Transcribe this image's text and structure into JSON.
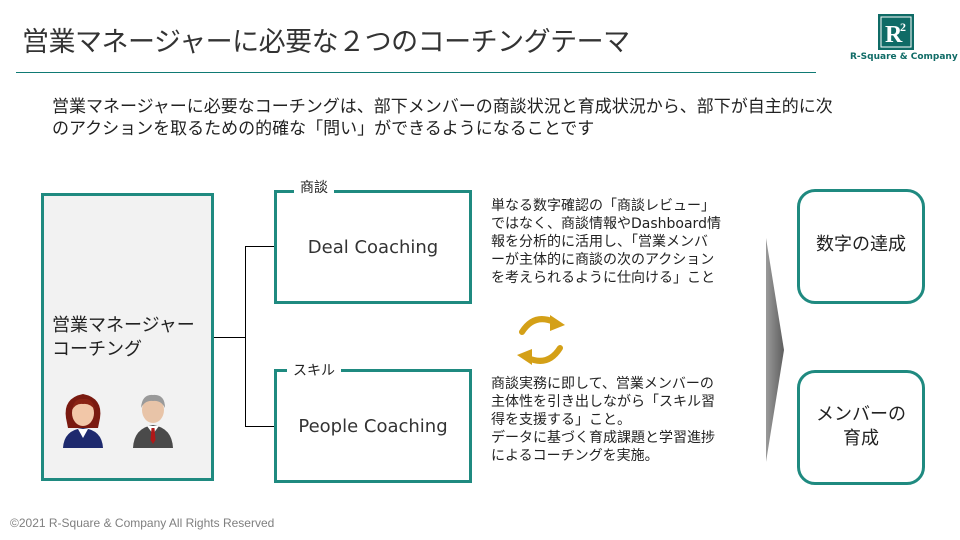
{
  "header": {
    "title": "営業マネージャーに必要な２つのコーチングテーマ",
    "logo_mark": "R2",
    "logo_text": "R-Square & Company"
  },
  "intro": {
    "lines": [
      "営業マネージャーに必要なコーチングは、部下メンバーの商談状況と育成状況から、部下が自主的に次",
      "のアクションを取るための的確な「問い」ができるようになることです"
    ]
  },
  "left_panel": {
    "label_lines": [
      "営業マネージャー",
      "コーチング"
    ],
    "icons": [
      "businesswoman-icon",
      "businessman-icon"
    ]
  },
  "middle": {
    "deal": {
      "tag": "商談",
      "label": "Deal Coaching",
      "description_lines": [
        "単なる数字確認の「商談レビュー」",
        "ではなく、商談情報やDashboard情",
        "報を分析的に活用し、「営業メンバ",
        "ーが主体的に商談の次のアクション",
        "を考えられるように仕向ける」こと"
      ]
    },
    "people": {
      "tag": "スキル",
      "label": "People Coaching",
      "description_lines": [
        "商談実務に即して、営業メンバーの",
        "主体性を引き出しながら「スキル習",
        "得を支援する」こと。",
        "データに基づく育成課題と学習進捗",
        "によるコーチングを実施。"
      ]
    },
    "cycle_icon": "cycle-arrows-icon"
  },
  "outcomes": {
    "top": {
      "lines": [
        "数字の達成"
      ]
    },
    "bottom": {
      "lines": [
        "メンバーの",
        "育成"
      ]
    }
  },
  "footer": {
    "copyright": "©2021 R-Square & Company All Rights Reserved"
  },
  "colors": {
    "teal_border": "#1f8a80",
    "logo_teal": "#0f6b66",
    "panel_gray": "#f2f2f2",
    "arrow_gray": "#7f7f7f",
    "cycle_gold": "#d4a017"
  }
}
